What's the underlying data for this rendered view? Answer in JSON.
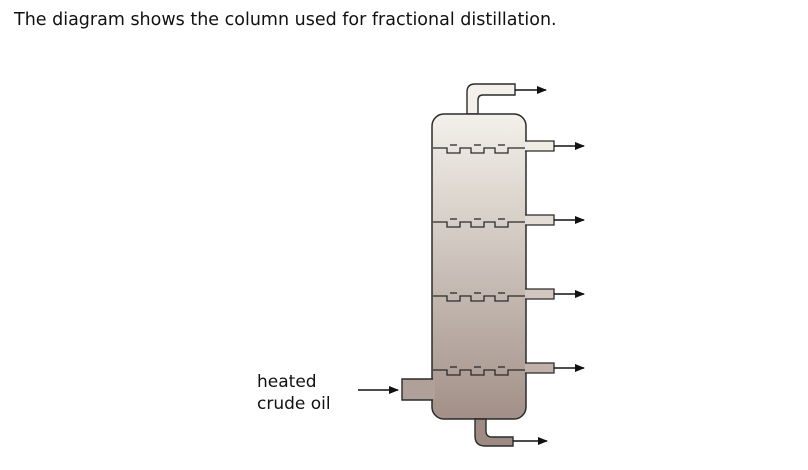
{
  "question": {
    "intro": "The diagram shows the column used for fractional distillation."
  },
  "diagram": {
    "feed_label_line1": "heated",
    "feed_label_line2": "crude oil",
    "column_gradient": {
      "top": "#f3f1ea",
      "bottom": "#a29088"
    },
    "outline_color": "#2b2b2b"
  }
}
